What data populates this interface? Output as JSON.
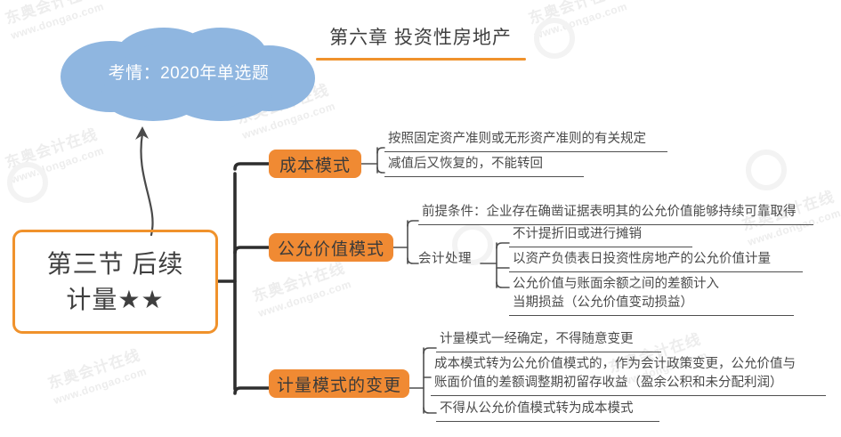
{
  "header": {
    "title": "第六章 投资性房地产"
  },
  "cloud": {
    "label": "考情：2020年单选题"
  },
  "root": {
    "label": "第三节 后续\n计量★★"
  },
  "branches": [
    {
      "label": "成本模式",
      "leaves": [
        "按照固定资产准则或无形资产准则的有关规定",
        "减值后又恢复的，不能转回"
      ]
    },
    {
      "label": "公允价值模式",
      "premise": "前提条件：企业存在确凿证据表明其的公允价值能够持续可靠取得",
      "sublabel": "会计处理",
      "leaves": [
        "不计提折旧或进行摊销",
        "以资产负债表日投资性房地产的公允价值计量",
        "公允价值与账面余额之间的差额计入\n当期损益（公允价值变动损益）"
      ]
    },
    {
      "label": "计量模式的变更",
      "leaves": [
        "计量模式一经确定，不得随意变更",
        "成本模式转为公允价值模式的，作为会计政策变更，公允价值与\n账面价值的差额调整期初留存收益（盈余公积和未分配利润）",
        "不得从公允价值模式转为成本模式"
      ]
    }
  ],
  "watermarks": {
    "brand_cn": "东奥会计在线",
    "brand_url": "www.dongao.com"
  },
  "colors": {
    "accent_orange": "#F0922C",
    "branch_orange": "#F08A33",
    "cloud_blue": "#8FB6E0",
    "connector_dark": "#3A3A3A",
    "text_gray": "#4A4A4A"
  },
  "icons": {
    "cloud": "cloud-shape",
    "arrow": "curved-arrow-up"
  }
}
